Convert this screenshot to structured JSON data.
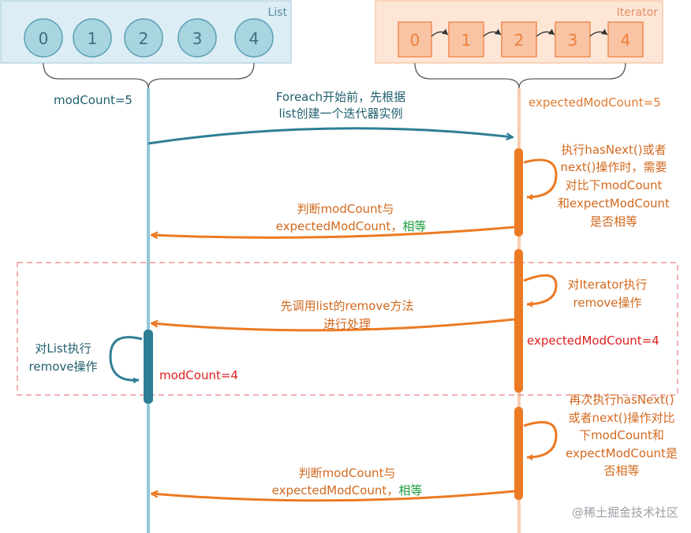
{
  "colors": {
    "list_box_fill": "#dcedf5",
    "list_box_stroke": "#9cc8dc",
    "list_item_fill": "#a9d5e0",
    "list_item_stroke": "#5a9fb3",
    "list_lifeline": "#92c8d6",
    "iterator_box_fill": "#fde6d6",
    "iterator_box_stroke": "#f5b48f",
    "iterator_item_fill": "#f9c4a4",
    "iterator_item_stroke": "#ef8c52",
    "iterator_item_text": "#f07f3c",
    "iterator_lifeline": "#f8cdb0",
    "orange": "#ec7a23",
    "teal": "#2e7f95",
    "red_text": "#e02020",
    "green_text": "#1a9c3a",
    "dark_text": "#1f5f6e",
    "dashed": "#e68080",
    "watermark": "#9aa0a6"
  },
  "list": {
    "label": "List",
    "items": [
      "0",
      "1",
      "2",
      "3",
      "4"
    ]
  },
  "iterator": {
    "label": "Iterator",
    "items": [
      "0",
      "1",
      "2",
      "3",
      "4"
    ]
  },
  "labels": {
    "list_modcount_initial": "modCount=5",
    "iterator_expected_initial": "expectedModCount=5",
    "foreach_line1": "Foreach开始前，先根据",
    "foreach_line2": "list创建一个迭代器实例",
    "check1_lines": [
      "执行hasNext()或者",
      "next()操作时，需要",
      "对比下modCount",
      "和expectModCount",
      "是否相等"
    ],
    "judge1_line1": "判断modCount与",
    "judge1_line2_prefix": "expectedModCount，",
    "judge1_line2_equal": "相等",
    "iter_remove_lines": [
      "对Iterator执行",
      "remove操作"
    ],
    "call_remove_line1": "先调用list的remove方法",
    "call_remove_line2": "进行处理",
    "expected_after": "expectedModCount=4",
    "list_remove_lines": [
      "对List执行",
      "remove操作"
    ],
    "modcount_after": "modCount=4",
    "check2_lines": [
      "再次执行hasNext()",
      "或者next()操作对比",
      "下modCount和",
      "expectModCount是",
      "否相等"
    ],
    "judge2_line1": "判断modCount与",
    "judge2_line2_prefix": "expectedModCount，",
    "judge2_line2_equal": "相等",
    "watermark": "@稀土掘金技术社区"
  }
}
